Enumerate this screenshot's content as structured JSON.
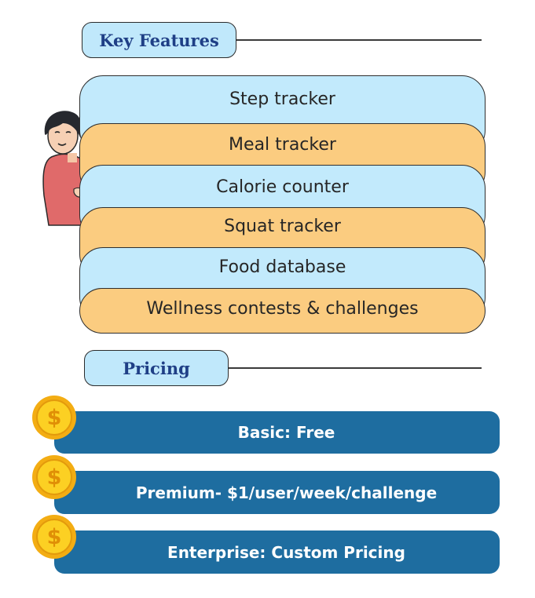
{
  "key_features": {
    "title": "Key Features",
    "items": [
      {
        "label": "Step tracker",
        "color": "blue"
      },
      {
        "label": "Meal tracker",
        "color": "orange"
      },
      {
        "label": "Calorie counter",
        "color": "blue"
      },
      {
        "label": "Squat tracker",
        "color": "orange"
      },
      {
        "label": "Food database",
        "color": "blue"
      },
      {
        "label": "Wellness contests & challenges",
        "color": "orange"
      }
    ]
  },
  "pricing": {
    "title": "Pricing",
    "coin_symbol": "$",
    "plans": [
      {
        "label": "Basic: Free"
      },
      {
        "label": "Premium- $1/user/week/challenge"
      },
      {
        "label": "Enterprise: Custom Pricing"
      }
    ]
  },
  "colors": {
    "feature_blue": "#c2eafc",
    "feature_orange": "#fbcc80",
    "plan_blue": "#1e6da0",
    "title_navy": "#1f3f86",
    "coin_gold": "#fcd023"
  },
  "icons": [
    "person-peeking-illustration",
    "dollar-coin-icon"
  ]
}
